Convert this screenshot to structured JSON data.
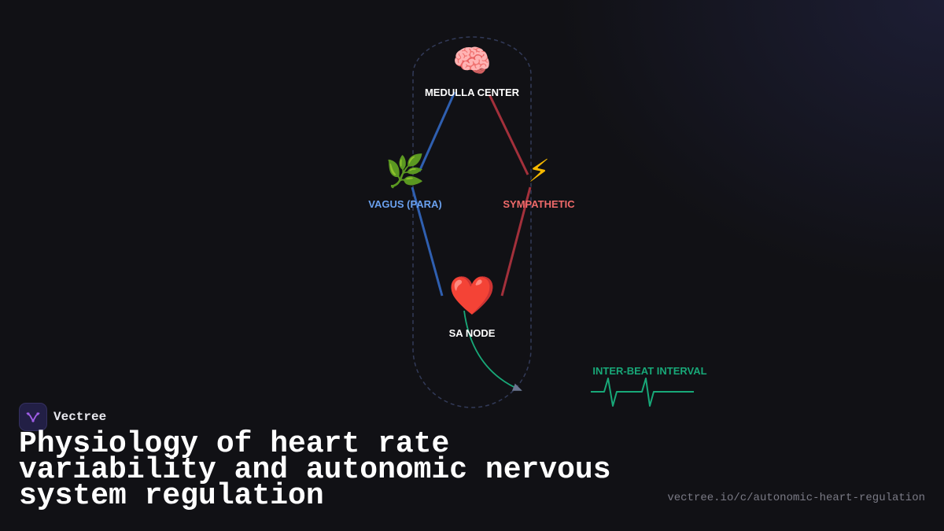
{
  "diagram": {
    "nodes": {
      "medulla": {
        "emoji": "🧠",
        "label": "MEDULLA CENTER"
      },
      "vagus": {
        "emoji": "🌿",
        "label": "VAGUS (PARA)"
      },
      "sympathetic": {
        "emoji": "⚡",
        "label": "SYMPATHETIC"
      },
      "sa_node": {
        "emoji": "❤️",
        "label": "SA NODE"
      }
    },
    "ibi_label": "INTER-BEAT INTERVAL",
    "colors": {
      "vagus": "#2f5fb0",
      "sympathetic": "#a3303b",
      "vagus_label": "#6aa1ef",
      "sympathetic_label": "#ef6a6a",
      "ibi": "#18a878",
      "loop_dash": "#323a58"
    }
  },
  "brand": {
    "name": "Vectree",
    "logo_icon": "vectree-logo-icon"
  },
  "title": "Physiology of heart rate variability and autonomic nervous system regulation",
  "url": "vectree.io/c/autonomic-heart-regulation"
}
